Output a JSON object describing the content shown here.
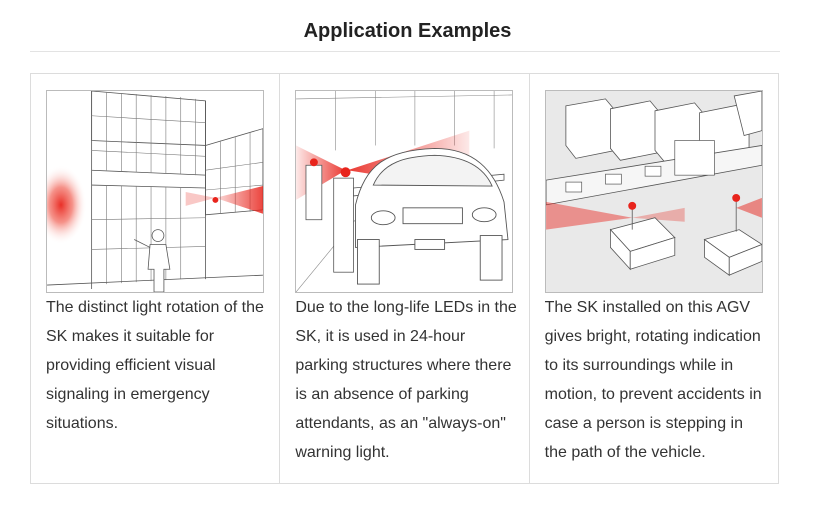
{
  "page": {
    "title": "Application Examples"
  },
  "examples": [
    {
      "illustration_icon": "building-emergency-light-illustration",
      "caption": "The distinct light rotation of the SK makes it suitable for providing efficient visual signaling in emergency situations."
    },
    {
      "illustration_icon": "parking-gate-car-illustration",
      "caption": "Due to the long-life LEDs in the SK, it is used in 24-hour parking structures where there is an absence of parking attendants, as an \"always-on\" warning light."
    },
    {
      "illustration_icon": "agv-factory-illustration",
      "caption": "The SK installed on this AGV gives bright, rotating indication to its surroundings while in motion, to prevent accidents in case a person is stepping in the path of the vehicle."
    }
  ],
  "colors": {
    "signal_red": "#e8241c",
    "line": "#555555",
    "border": "#dcdcdc"
  }
}
